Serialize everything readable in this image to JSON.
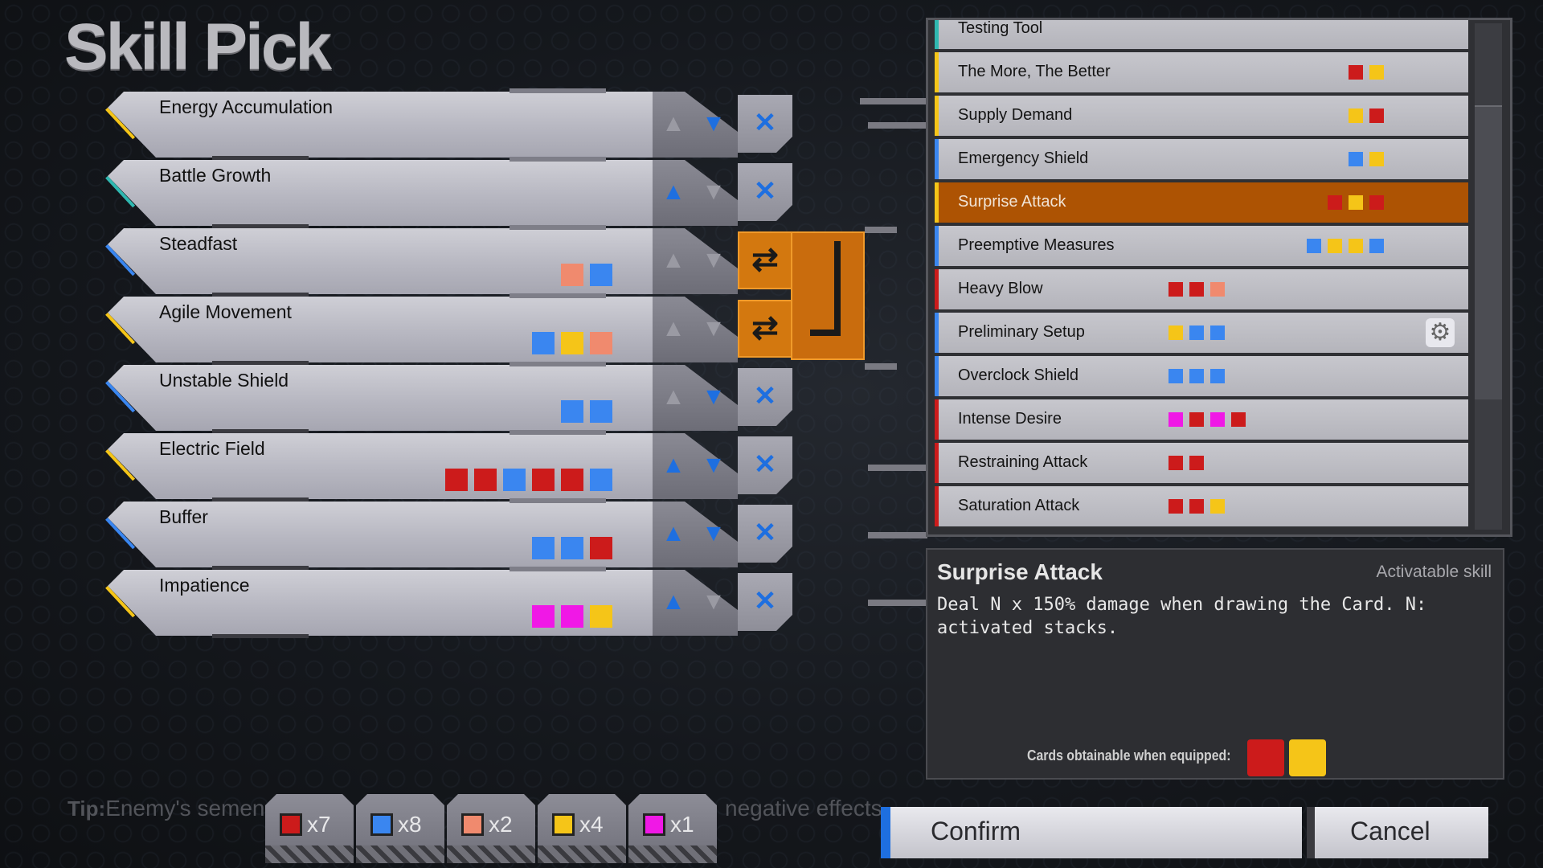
{
  "title": "Skill Pick",
  "colors": {
    "red": "#cc1b1b",
    "blue": "#3a86f0",
    "yellow": "#f5c518",
    "salmon": "#f08a6e",
    "magenta": "#f018e6",
    "highlight": "#ad5303",
    "control_blue": "#1e6fe0"
  },
  "slots": [
    {
      "name": "Energy Accumulation",
      "gems": [],
      "accent": "yellow",
      "swap": false,
      "up_active": false,
      "down_active": true
    },
    {
      "name": "Battle Growth",
      "gems": [],
      "accent": "teal",
      "swap": false,
      "up_active": true,
      "down_active": false
    },
    {
      "name": "Steadfast",
      "gems": [
        "salmon",
        "blue"
      ],
      "accent": "blue",
      "swap": true,
      "up_active": false,
      "down_active": false
    },
    {
      "name": "Agile Movement",
      "gems": [
        "blue",
        "yellow",
        "salmon"
      ],
      "accent": "yellow",
      "swap": true,
      "up_active": false,
      "down_active": false
    },
    {
      "name": "Unstable Shield",
      "gems": [
        "blue",
        "blue"
      ],
      "accent": "blue",
      "swap": false,
      "up_active": false,
      "down_active": true
    },
    {
      "name": "Electric Field",
      "gems": [
        "red",
        "red",
        "blue",
        "red",
        "red",
        "blue"
      ],
      "accent": "yellow",
      "swap": false,
      "up_active": true,
      "down_active": true
    },
    {
      "name": "Buffer",
      "gems": [
        "blue",
        "blue",
        "red"
      ],
      "accent": "blue",
      "swap": false,
      "up_active": true,
      "down_active": true
    },
    {
      "name": "Impatience",
      "gems": [
        "magenta",
        "magenta",
        "yellow"
      ],
      "accent": "yellow",
      "swap": false,
      "up_active": true,
      "down_active": false
    }
  ],
  "icons": {
    "up": "▲",
    "down": "▼",
    "remove": "✕",
    "swap": "⇄",
    "gear": "⚙"
  },
  "skill_list": [
    {
      "name": "Testing Tool",
      "gems": [],
      "border": "teal"
    },
    {
      "name": "The More, The Better",
      "gems": [
        "red",
        "yellow"
      ],
      "border": "yellow"
    },
    {
      "name": "Supply Demand",
      "gems": [
        "yellow",
        "red"
      ],
      "border": "yellow"
    },
    {
      "name": "Emergency Shield",
      "gems": [
        "blue",
        "yellow"
      ],
      "border": "blue"
    },
    {
      "name": "Surprise Attack",
      "gems": [
        "red",
        "yellow",
        "red"
      ],
      "border": "yellow",
      "selected": true
    },
    {
      "name": "Preemptive Measures",
      "gems": [
        "blue",
        "yellow",
        "yellow",
        "blue"
      ],
      "border": "blue"
    },
    {
      "name": "Heavy Blow",
      "gems": [
        "red",
        "red",
        "salmon"
      ],
      "border": "red"
    },
    {
      "name": "Preliminary Setup",
      "gems": [
        "yellow",
        "blue",
        "blue"
      ],
      "border": "blue",
      "gear": true
    },
    {
      "name": "Overclock Shield",
      "gems": [
        "blue",
        "blue",
        "blue"
      ],
      "border": "blue"
    },
    {
      "name": "Intense Desire",
      "gems": [
        "magenta",
        "red",
        "magenta",
        "red"
      ],
      "border": "red"
    },
    {
      "name": "Restraining Attack",
      "gems": [
        "red",
        "red"
      ],
      "border": "red"
    },
    {
      "name": "Saturation Attack",
      "gems": [
        "red",
        "red",
        "yellow"
      ],
      "border": "red"
    }
  ],
  "detail": {
    "title": "Surprise Attack",
    "type": "Activatable skill",
    "description": "Deal N x 150% damage when drawing the Card. N: activated stacks.",
    "cards_label": "Cards obtainable when equipped:",
    "cards": [
      "red",
      "yellow"
    ]
  },
  "tip": {
    "prefix": "Tip:",
    "left_text": "Enemy's semen",
    "right_text": "negative effects"
  },
  "counters": [
    {
      "color": "red",
      "label": "x7"
    },
    {
      "color": "blue",
      "label": "x8"
    },
    {
      "color": "salmon",
      "label": "x2"
    },
    {
      "color": "yellow",
      "label": "x4"
    },
    {
      "color": "magenta",
      "label": "x1"
    }
  ],
  "buttons": {
    "confirm": "Confirm",
    "cancel": "Cancel"
  }
}
